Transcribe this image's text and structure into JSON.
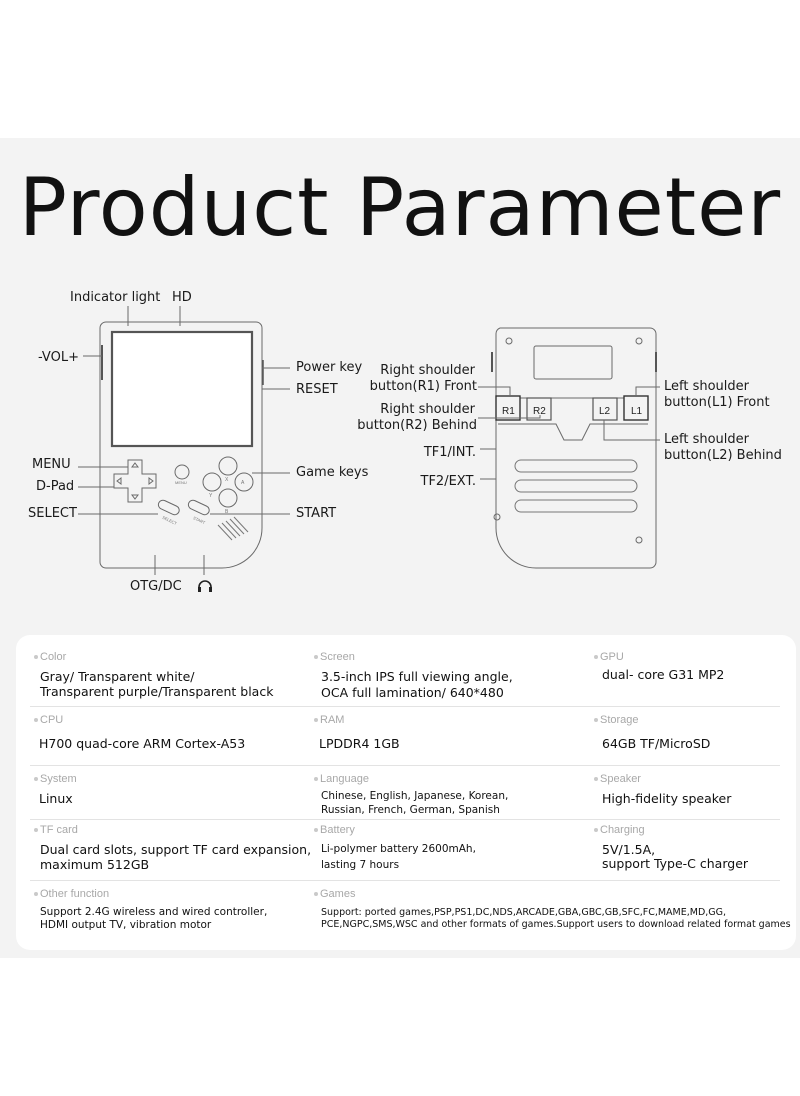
{
  "title": "Product Parameter",
  "front_labels": {
    "indicator_light": "Indicator light",
    "hd": "HD",
    "vol": "-VOL+",
    "power_key": "Power key",
    "reset": "RESET",
    "menu": "MENU",
    "dpad": "D-Pad",
    "select": "SELECT",
    "game_keys": "Game keys",
    "start": "START",
    "otg_dc": "OTG/DC",
    "menu_btn": "MENU",
    "select_btn": "SELECT",
    "start_btn": "START",
    "key_x": "X",
    "key_a": "A",
    "key_y": "Y",
    "key_b": "B"
  },
  "back_labels": {
    "r1_line1": "Right shoulder",
    "r1_line2": "button(R1) Front",
    "r2_line1": "Right shoulder",
    "r2_line2": "button(R2) Behind",
    "tf1": "TF1/INT.",
    "tf2": "TF2/EXT.",
    "l1_line1": "Left shoulder",
    "l1_line2": "button(L1) Front",
    "l2_line1": "Left shoulder",
    "l2_line2": "button(L2) Behind",
    "btn_r1": "R1",
    "btn_r2": "R2",
    "btn_l2": "L2",
    "btn_l1": "L1"
  },
  "specs": [
    {
      "label": "Color",
      "lines": [
        "Gray/ Transparent white/",
        "Transparent purple/Transparent black"
      ]
    },
    {
      "label": "Screen",
      "lines": [
        "3.5-inch IPS full viewing angle,",
        "OCA full lamination/ 640*480"
      ]
    },
    {
      "label": "GPU",
      "lines": [
        "dual- core G31 MP2"
      ]
    },
    {
      "label": "CPU",
      "lines": [
        "H700 quad-core ARM Cortex-A53"
      ]
    },
    {
      "label": "RAM",
      "lines": [
        "LPDDR4  1GB"
      ]
    },
    {
      "label": "Storage",
      "lines": [
        "64GB TF/MicroSD"
      ]
    },
    {
      "label": "System",
      "lines": [
        "Linux"
      ]
    },
    {
      "label": "Language",
      "lines": [
        "Chinese, English, Japanese, Korean,",
        "Russian, French, German, Spanish"
      ]
    },
    {
      "label": "Speaker",
      "lines": [
        "High-fidelity speaker"
      ]
    },
    {
      "label": "TF card",
      "lines": [
        "Dual card slots, support TF card expansion,",
        "maximum 512GB"
      ]
    },
    {
      "label": "Battery",
      "lines": [
        "Li-polymer battery 2600mAh,",
        "lasting 7 hours"
      ]
    },
    {
      "label": "Charging",
      "lines": [
        "5V/1.5A,",
        "support Type-C charger"
      ]
    },
    {
      "label": "Other function",
      "lines": [
        "Support 2.4G wireless and wired controller,",
        "HDMI output TV, vibration motor"
      ]
    },
    {
      "label": "Games",
      "lines": [
        "Support: ported games,PSP,PS1,DC,NDS,ARCADE,GBA,GBC,GB,SFC,FC,MAME,MD,GG,",
        "PCE,NGPC,SMS,WSC and other formats of games.Support users to download related format games"
      ]
    }
  ]
}
